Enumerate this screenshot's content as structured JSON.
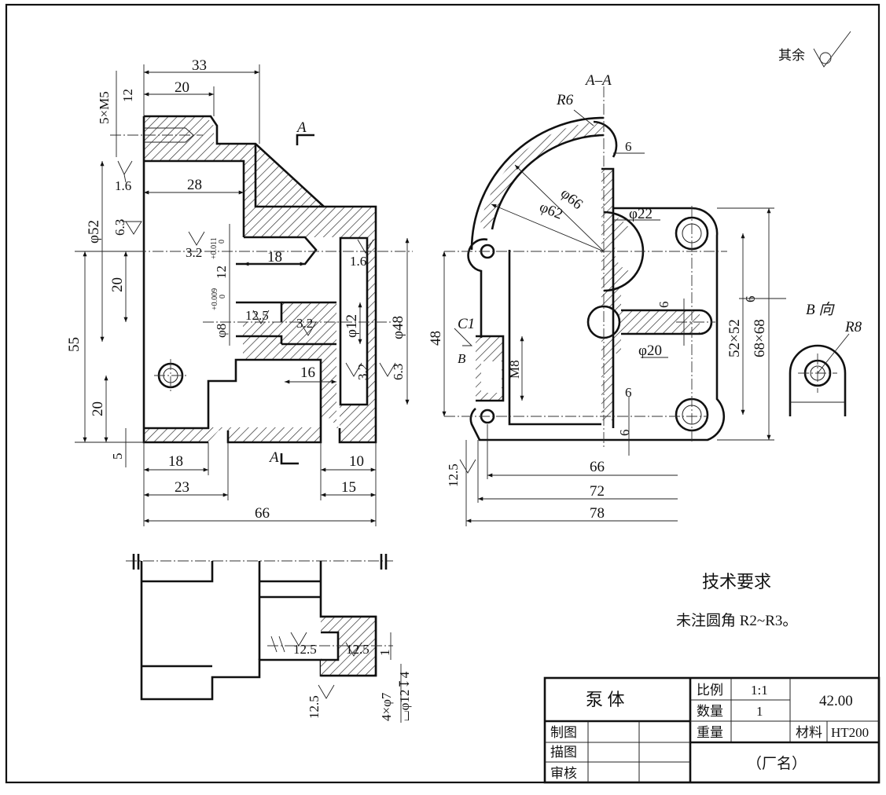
{
  "drawing": {
    "surface_note": "其余",
    "section_label": "A–A",
    "view_label": "B 向",
    "cut_letter": "A",
    "dims_main": {
      "d33": "33",
      "d20top": "20",
      "d12": "12",
      "thread": "5×M5",
      "d28": "28",
      "d18a": "18",
      "d20mid": "20",
      "d55": "55",
      "d20low": "20",
      "d5": "5",
      "d52": "φ52",
      "d12tol": "12",
      "d12tol_up": "+0.011",
      "d12tol_lo": "0",
      "d8": "φ8",
      "d8tol_up": "+0.009",
      "d8tol_lo": "0",
      "d12b": "φ12",
      "d48": "φ48",
      "d16": "16",
      "d18b": "18",
      "d23": "23",
      "d10": "10",
      "d15": "15",
      "d66": "66"
    },
    "roughness": {
      "r16a": "1.6",
      "r63a": "6.3",
      "r32a": "3.2",
      "r16b": "1.6",
      "r125a": "12.5",
      "r32b": "3.2",
      "r32c": "3.2",
      "r63b": "6.3",
      "r125b": "12.5",
      "r125c": "12.5",
      "r125d": "12.5",
      "r125e": "12.5"
    },
    "dims_section": {
      "r6": "R6",
      "d6a": "6",
      "phi66": "φ66",
      "phi62": "φ62",
      "phi22": "φ22",
      "d6b": "6",
      "d6c": "6",
      "d52x52": "52×52",
      "d68x68": "68×68",
      "phi20": "φ20",
      "d48": "48",
      "c1": "C1",
      "b": "B",
      "m8": "M8",
      "d6d": "6",
      "d6e": "6",
      "d66": "66",
      "d72": "72",
      "d78": "78"
    },
    "dims_bottom": {
      "holes": "4×φ7",
      "cbore": "⌴φ12↧4",
      "d1": "1"
    },
    "view_b": {
      "r8": "R8"
    },
    "notes": {
      "tech_title": "技术要求",
      "tech_text": "未注圆角 R2~R3。"
    },
    "title_block": {
      "part_name": "泵   体",
      "scale_label": "比例",
      "scale_value": "1:1",
      "qty_label": "数量",
      "qty_value": "1",
      "weight_label": "重量",
      "material_label": "材料",
      "material_value": "HT200",
      "drawing_no": "42.00",
      "drawn_label": "制图",
      "traced_label": "描图",
      "checked_label": "审核",
      "company": "（厂名）"
    }
  }
}
